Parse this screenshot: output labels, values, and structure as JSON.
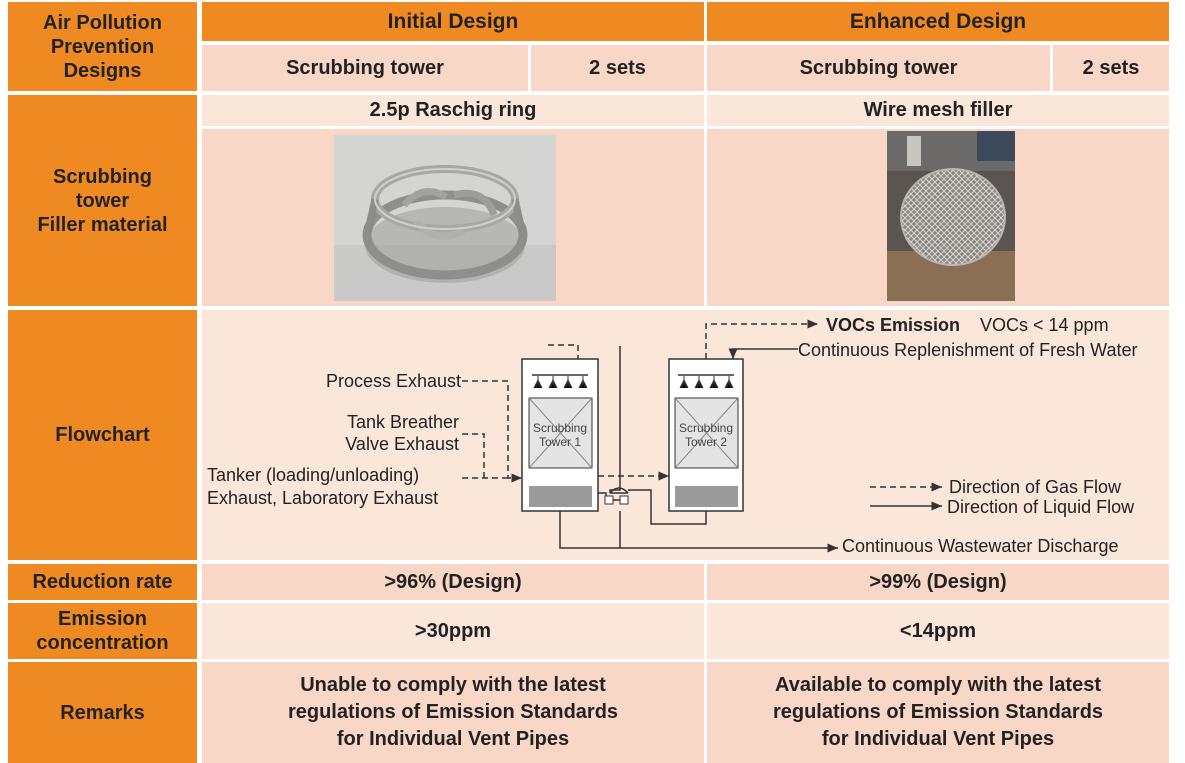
{
  "header": {
    "row_label": "Air Pollution\nPrevention\nDesigns",
    "initial_design": "Initial Design",
    "enhanced_design": "Enhanced Design",
    "initial_equipment": "Scrubbing tower",
    "initial_quantity": "2 sets",
    "enhanced_equipment": "Scrubbing tower",
    "enhanced_quantity": "2 sets"
  },
  "filler": {
    "row_label": "Scrubbing\ntower\nFiller material",
    "initial_name": "2.5p Raschig ring",
    "enhanced_name": "Wire mesh filler"
  },
  "flowchart": {
    "row_label": "Flowchart",
    "process_exhaust": "Process Exhaust",
    "tank_breather_1": "Tank Breather",
    "tank_breather_2": "Valve Exhaust",
    "tanker_1": "Tanker (loading/unloading)",
    "tanker_2": "Exhaust, Laboratory Exhaust",
    "tower1_line1": "Scrubbing",
    "tower1_line2": "Tower 1",
    "tower2_line1": "Scrubbing",
    "tower2_line2": "Tower 2",
    "vocs_emission": "VOCs Emission",
    "vocs_limit": "VOCs < 14 ppm",
    "fresh_water": "Continuous Replenishment of Fresh Water",
    "gas_flow": "Direction of Gas Flow",
    "liquid_flow": "Direction of Liquid Flow",
    "wastewater": "Continuous Wastewater Discharge"
  },
  "reduction": {
    "row_label": "Reduction rate",
    "initial": ">96% (Design)",
    "enhanced": ">99% (Design)"
  },
  "emission": {
    "row_label": "Emission\nconcentration",
    "initial": ">30ppm",
    "enhanced": "<14ppm"
  },
  "remarks": {
    "row_label": "Remarks",
    "initial": "Unable to comply with the latest\nregulations of Emission Standards\nfor Individual Vent Pipes",
    "enhanced": "Available to comply with the latest\nregulations of Emission Standards\nfor Individual Vent Pipes"
  },
  "colors": {
    "header_orange": "#ef8a23",
    "light_peach": "#f8d7c7",
    "lighter_peach": "#fbe6da"
  }
}
